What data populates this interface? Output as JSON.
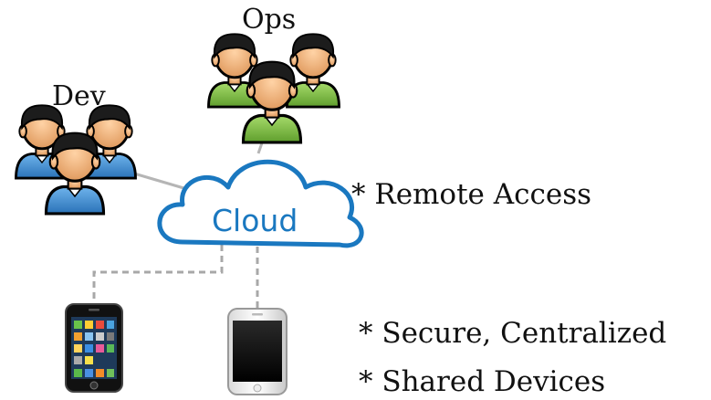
{
  "groups": {
    "ops_label": "Ops",
    "dev_label": "Dev"
  },
  "cloud": {
    "label": "Cloud",
    "color": "#1a78c0"
  },
  "bullets": [
    "* Remote Access",
    "* Secure, Centralized",
    "* Shared Devices"
  ],
  "colors": {
    "ops_shirt": "#7cc243",
    "dev_shirt": "#3a8fd6",
    "hair": "#1c1c1c",
    "skin": "#f2b982",
    "connector_solid": "#b5b5b5",
    "connector_dashed": "#a8a8a8"
  },
  "icons": {
    "ops_group": "people-group-icon",
    "dev_group": "people-group-icon",
    "cloud": "cloud-icon",
    "device_left": "smartphone-icon",
    "device_right": "smartphone-icon"
  }
}
